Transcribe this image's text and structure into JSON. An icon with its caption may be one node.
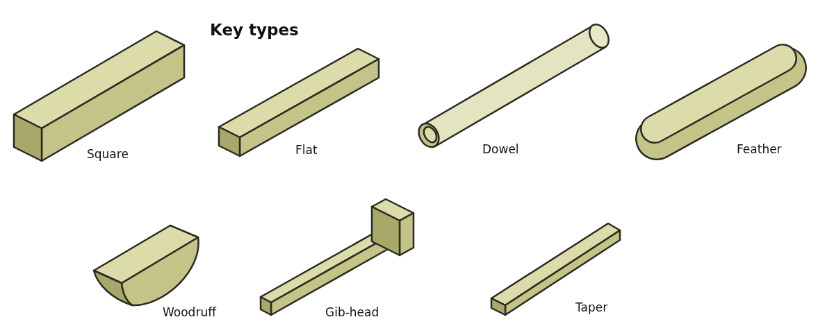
{
  "diagram": {
    "title": "Key types",
    "labels": [
      "Square",
      "Flat",
      "Dowel",
      "Feather",
      "Woodruff",
      "Gib-head",
      "Taper"
    ]
  }
}
